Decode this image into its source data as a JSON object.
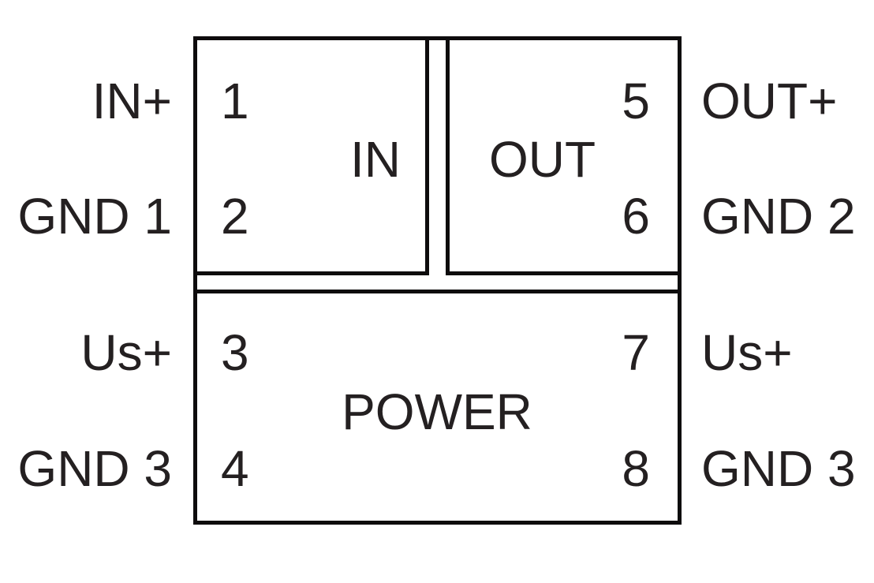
{
  "diagram": {
    "type": "terminal-pinout",
    "background_color": "#ffffff",
    "line_color": "#0e0c0d",
    "text_color": "#242021",
    "blocks": [
      {
        "name": "IN",
        "pins": [
          {
            "number": "1",
            "label": "IN+",
            "side": "left"
          },
          {
            "number": "2",
            "label": "GND 1",
            "side": "left"
          }
        ]
      },
      {
        "name": "OUT",
        "pins": [
          {
            "number": "5",
            "label": "OUT+",
            "side": "right"
          },
          {
            "number": "6",
            "label": "GND 2",
            "side": "right"
          }
        ]
      },
      {
        "name": "POWER",
        "pins": [
          {
            "number": "3",
            "label": "Us+",
            "side": "left"
          },
          {
            "number": "4",
            "label": "GND 3",
            "side": "left"
          },
          {
            "number": "7",
            "label": "Us+",
            "side": "right"
          },
          {
            "number": "8",
            "label": "GND 3",
            "side": "right"
          }
        ]
      }
    ]
  }
}
